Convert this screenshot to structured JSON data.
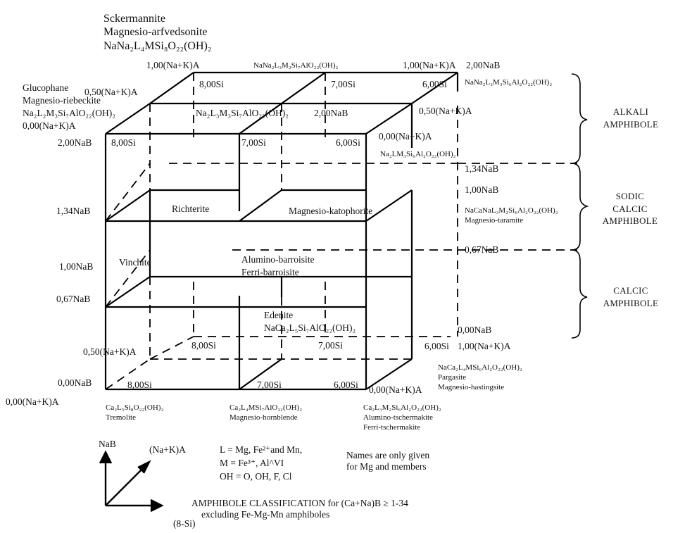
{
  "corners": {
    "top_left_formula": "NaNa₂L₄MSi₈O₂₂(OH)₂",
    "top_left_names": [
      "Sckermannite",
      "Magnesio-arfvedsonite"
    ],
    "glaucophane_names": [
      "Glucophane",
      "Magnesio-riebeckite"
    ],
    "glaucophane_formula": "Na₂L₂M₃Si₇AlO₂₂(OH)₂",
    "top_mid_formula": "NaNa₂L₃M₂Si₇AlO₂₂(OH)₂",
    "top_right_formula": "NaNa₂L₂M₃Si₆Al₂O₂₂(OH)₂",
    "front_top_mid_formula": "Na₂L₃M₃Si₇AlO₂₂(OH)₂",
    "front_top_right_formula": "Na₂LM₃Si₆Al₂O₂₂(OH)₂",
    "taramite_formula": "NaCaNaL₃M₂Si₆Al₂O₂₂(OH)₂",
    "taramite_name": "Magnesio-taramite",
    "edenite_name": "Edenite",
    "edenite_formula": "NaCa₂L₅Si₇AlO₂₂(OH)₂",
    "pargasite_formula": "NaCa₂L₄MSi₆Al₂O₂₂(OH)₂",
    "pargasite_names": [
      "Pargasite",
      "Magnesio-hastingsite"
    ],
    "tremolite_formula": "Ca₂L₅Si₈O₂₂(OH)₂",
    "tremolite_name": "Tremolite",
    "hornblende_formula": "Ca₂L₄MSi₇AlO₂₂(OH)₂",
    "hornblende_name": "Magnesio-hornblende",
    "tschermakite_formula": "Ca₂L₃M₂Si₆Al₂O₂₂(OH)₂",
    "tschermakite_names": [
      "Alumino-tschermakite",
      "Ferri-tschermakite"
    ]
  },
  "interior_names": {
    "richterite": "Richterite",
    "katophorite": "Magnesio-katophorite",
    "winchite": "Vinchite",
    "barroisite": [
      "Alumino-barroisite",
      "Ferri-barroisite"
    ]
  },
  "axis_labels": {
    "k100_top_left": "1,00(Na+K)A",
    "k100_top_right": "1,00(Na+K)A",
    "na200_right_top": "2,00NaB",
    "k050_top": "0,50(Na+K)A",
    "si800_back": "8,00Si",
    "si700_back": "7,00Si",
    "si600_back": "6,00Si",
    "na200_front_mid": "2,00NaB",
    "k050_right": "0,50(Na+K)A",
    "k000_top_left": "0,00(Na+K)A",
    "na200_left": "2,00NaB",
    "si800_front_top": "8,00Si",
    "si700_front_top": "7,00Si",
    "si600_front_top": "6,00Si",
    "k000_front_right": "0,00(Na+K)A",
    "na134_right": "1,34NaB",
    "na100_right": "1,00NaB",
    "na067_right": "0,67NaB",
    "na134_left": "1,34NaB",
    "na100_left": "1,00NaB",
    "na067_left": "0,67NaB",
    "na000_right": "0,00NaB",
    "si800_back_bottom": "8,00Si",
    "si700_back_bottom": "7,00Si",
    "si600_back_bottom": "6,00Si",
    "k100_bottom_right": "1,00(Na+K)A",
    "k050_bottom_left": "0,50(Na+K)A",
    "na000_left": "0,00NaB",
    "si800_front_bottom": "8,00Si",
    "si700_front_bottom": "7,00Si",
    "si600_front_bottom": "6,00Si",
    "k000_bottom_left": "0,00(Na+K)A",
    "k000_bottom_right": "0,00(Na+K)A"
  },
  "groups": {
    "alkali": [
      "ALKALI",
      "AMPHIBOLE"
    ],
    "sodic_calcic": [
      "SODIC",
      "CALCIC",
      "AMPHIBOLE"
    ],
    "calcic": [
      "CALCIC",
      "AMPHIBOLE"
    ]
  },
  "legend": {
    "axis_na": "NaB",
    "axis_nak": "(Na+K)A",
    "axis_si": "(8-Si)",
    "def_l": "L = Mg, Fe²⁺and Mn,",
    "def_m": "M = Fe³⁺, Al^VI",
    "def_oh": "OH = O, OH, F, Cl",
    "note": [
      "Names are only given",
      "for Mg and members"
    ],
    "caption_line1": "AMPHIBOLE CLASSIFICATION for (Ca+Na)B ≥ 1-34",
    "caption_line2": "excluding Fe-Mg-Mn amphiboles"
  }
}
